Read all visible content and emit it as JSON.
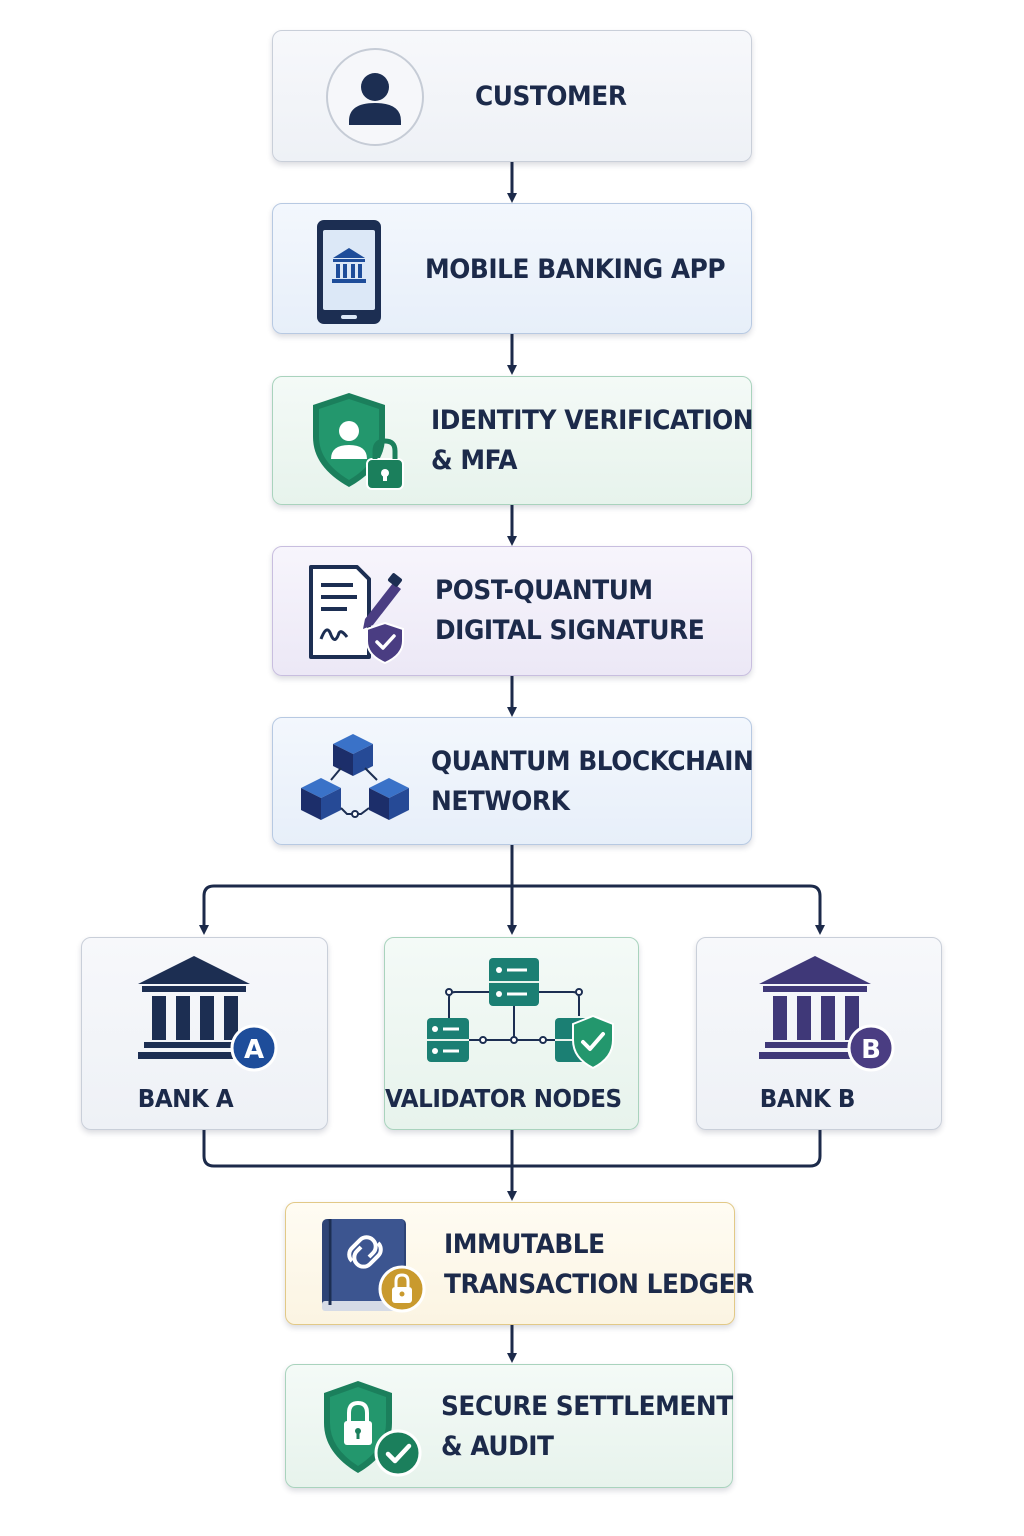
{
  "colors": {
    "navy": "#1c2a4a",
    "blue_accent": "#1e4d9a",
    "green_accent": "#1b8a63",
    "purple_accent": "#4a3d82",
    "gold_accent": "#c99a2e",
    "connector": "#1c2a4a"
  },
  "nodes": {
    "customer": {
      "label": "CUSTOMER",
      "icon": "user-icon"
    },
    "mobile_app": {
      "label": "MOBILE BANKING APP",
      "icon": "mobile-bank-icon"
    },
    "identity": {
      "line1": "IDENTITY VERIFICATION",
      "line2": "& MFA",
      "icon": "shield-user-lock-icon"
    },
    "signature": {
      "line1": "POST-QUANTUM",
      "line2": "DIGITAL SIGNATURE",
      "icon": "document-signature-icon"
    },
    "blockchain": {
      "line1": "QUANTUM BLOCKCHAIN",
      "line2": "NETWORK",
      "icon": "blockchain-cubes-icon"
    },
    "bank_a": {
      "label": "BANK A",
      "badge": "A",
      "icon": "bank-icon"
    },
    "validators": {
      "label": "VALIDATOR NODES",
      "icon": "server-network-icon"
    },
    "bank_b": {
      "label": "BANK B",
      "badge": "B",
      "icon": "bank-icon"
    },
    "ledger": {
      "line1": "IMMUTABLE",
      "line2": "TRANSACTION LEDGER",
      "icon": "ledger-book-lock-icon"
    },
    "settlement": {
      "line1": "SECURE SETTLEMENT",
      "line2": "& AUDIT",
      "icon": "shield-lock-check-icon"
    }
  }
}
